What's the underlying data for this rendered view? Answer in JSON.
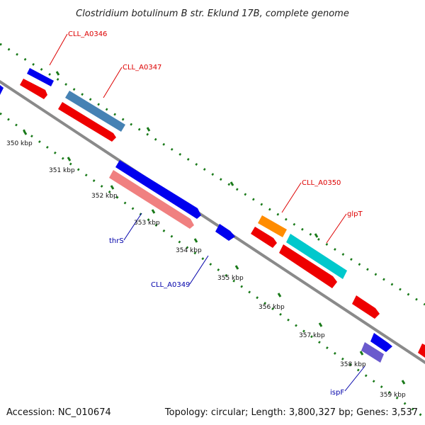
{
  "title": "Clostridium botulinum B str. Eklund 17B, complete genome",
  "footer": {
    "accession": "Accession: NC_010674",
    "summary": "Topology: circular; Length: 3,800,327 bp; Genes: 3,537"
  },
  "ticks": [
    "350 kbp",
    "351 kbp",
    "352 kbp",
    "353 kbp",
    "354 kbp",
    "355 kbp",
    "356 kbp",
    "357 kbp",
    "358 kbp",
    "359 kbp"
  ],
  "gene_labels": {
    "cll_a0346": "CLL_A0346",
    "cll_a0347": "CLL_A0347",
    "cll_a0350": "CLL_A0350",
    "glpt": "glpT",
    "thrs": "thrS",
    "cll_a0349": "CLL_A0349",
    "ispf": "ispF"
  },
  "colors": {
    "forward_cds": "#0000ee",
    "reverse_cds": "#ee0000",
    "label_forward": "#0000aa",
    "label_reverse": "#dd0000",
    "backbone": "#8a8a8a",
    "dots": "#1a7a1a"
  }
}
